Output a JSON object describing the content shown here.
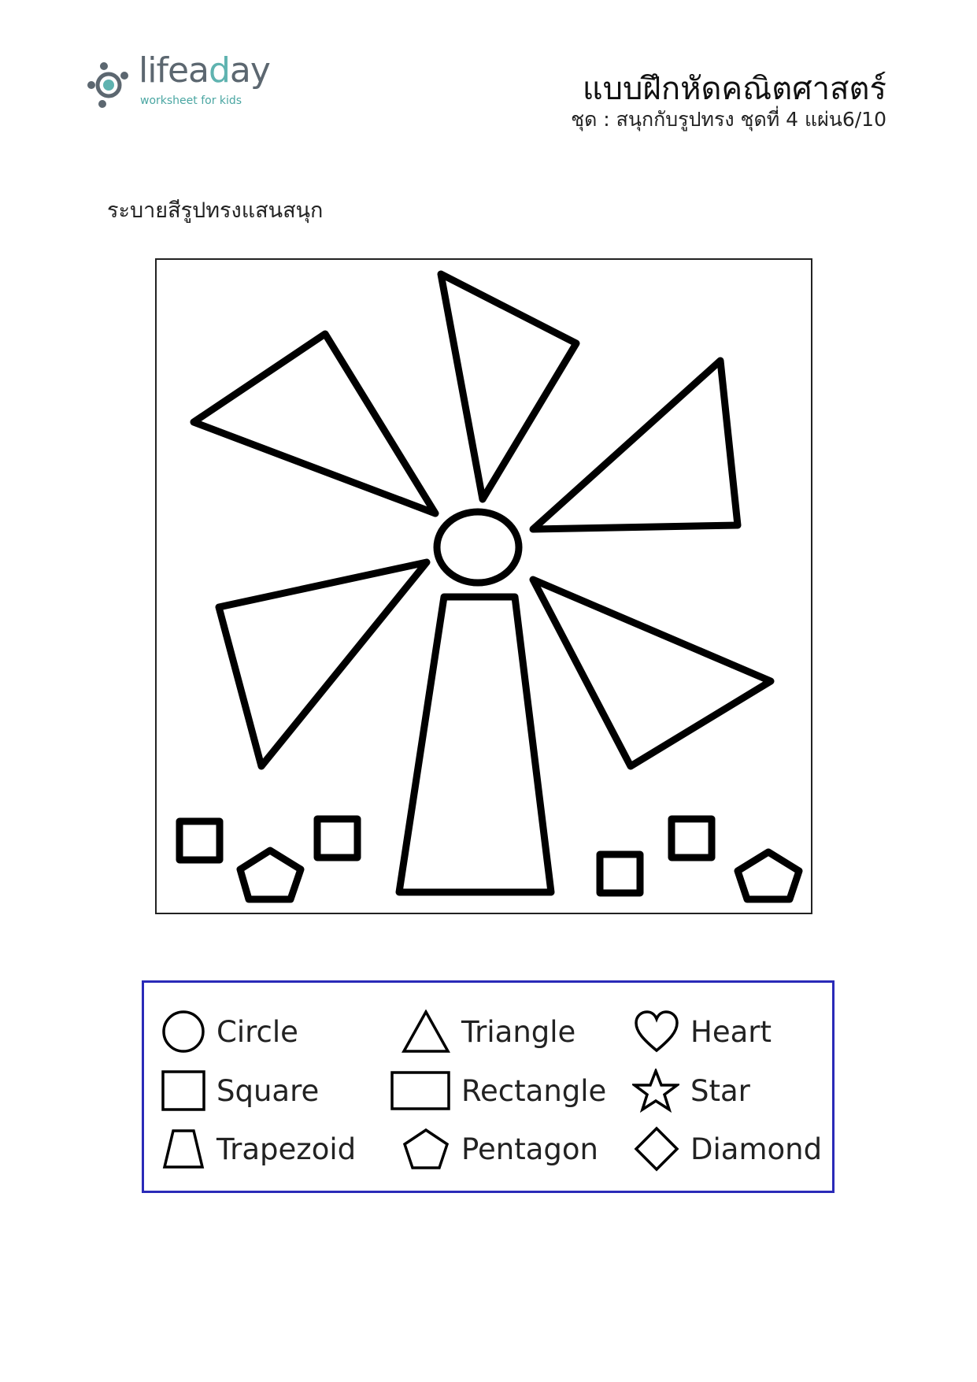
{
  "header": {
    "logo_brand_prefix": "lifea",
    "logo_brand_accent": "d",
    "logo_brand_suffix": "ay",
    "logo_tagline": "worksheet for kids",
    "title": "แบบฝึกหัดคณิตศาสตร์",
    "subtitle": "ชุด : สนุกกับรูปทรง  ชุดที่ 4 แผ่น6/10"
  },
  "instruction": "ระบายสีรูปทรงแสนสนุก",
  "legend": {
    "border_color": "#2a2ab8",
    "items": [
      {
        "label": "Circle",
        "icon": "circle-icon"
      },
      {
        "label": "Triangle",
        "icon": "triangle-icon"
      },
      {
        "label": "Heart",
        "icon": "heart-icon"
      },
      {
        "label": "Square",
        "icon": "square-icon"
      },
      {
        "label": "Rectangle",
        "icon": "rectangle-icon"
      },
      {
        "label": "Star",
        "icon": "star-icon"
      },
      {
        "label": "Trapezoid",
        "icon": "trapezoid-icon"
      },
      {
        "label": "Pentagon",
        "icon": "pentagon-icon"
      },
      {
        "label": "Diamond",
        "icon": "diamond-icon"
      }
    ]
  },
  "colors": {
    "logo_gray": "#5c6770",
    "logo_teal": "#5fb3b0",
    "outline": "#000000"
  }
}
